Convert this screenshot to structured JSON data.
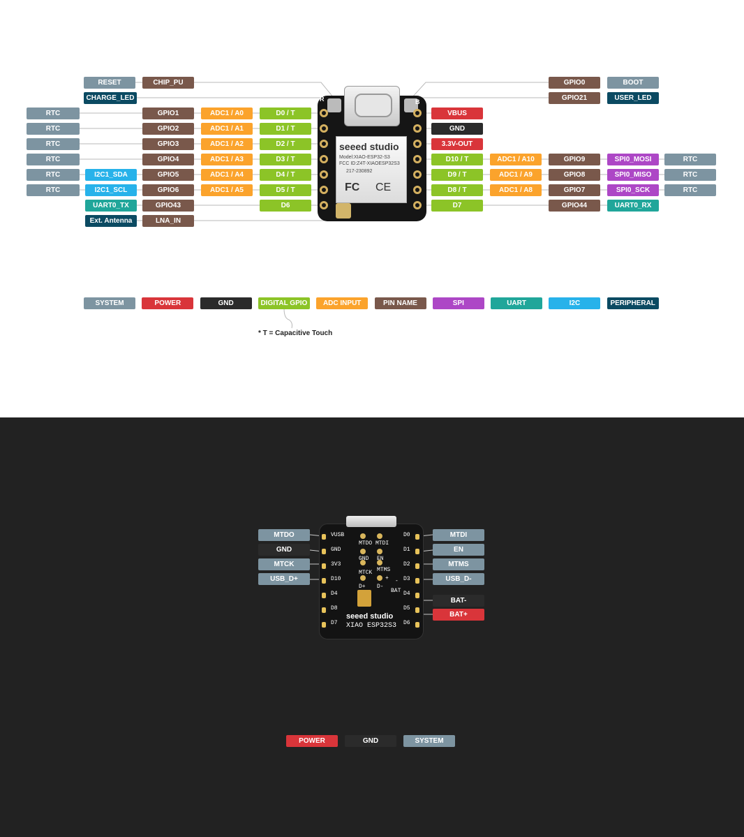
{
  "top_diagram": {
    "board": {
      "brand": "seeed studio",
      "model": "Model:XIAO-ESP32-S3",
      "fcc": "FCC ID:Z4T-XIAOESP32S3",
      "cert": "217-230892",
      "fcc_mark": "FC",
      "ce_mark": "CE",
      "button_left": "R",
      "button_right": "B"
    },
    "top_left": [
      {
        "label": "RESET",
        "color": "gray"
      },
      {
        "label": "CHIP_PU",
        "color": "brown"
      },
      {
        "label": "CHARGE_LED",
        "color": "navy"
      }
    ],
    "top_right": [
      {
        "label": "GPIO0",
        "color": "brown"
      },
      {
        "label": "BOOT",
        "color": "gray"
      },
      {
        "label": "GPIO21",
        "color": "brown"
      },
      {
        "label": "USER_LED",
        "color": "navy"
      }
    ],
    "left_rows": [
      [
        "RTC",
        "GPIO1",
        "ADC1 / A0",
        "D0 / T"
      ],
      [
        "RTC",
        "GPIO2",
        "ADC1 / A1",
        "D1 / T"
      ],
      [
        "RTC",
        "GPIO3",
        "ADC1 / A2",
        "D2 / T"
      ],
      [
        "RTC",
        "GPIO4",
        "ADC1 / A3",
        "D3 / T"
      ],
      [
        "RTC",
        "I2C1_SDA",
        "GPIO5",
        "ADC1 / A4",
        "D4 / T"
      ],
      [
        "RTC",
        "I2C1_SCL",
        "GPIO6",
        "ADC1 / A5",
        "D5 / T"
      ],
      [
        "UART0_TX",
        "GPIO43",
        "D6"
      ],
      [
        "Ext. Antenna",
        "LNA_IN"
      ]
    ],
    "right_rows": [
      [
        "VBUS"
      ],
      [
        "GND"
      ],
      [
        "3.3V-OUT"
      ],
      [
        "D10 / T",
        "ADC1 / A10",
        "GPIO9",
        "SPI0_MOSI",
        "RTC"
      ],
      [
        "D9 / T",
        "ADC1 / A9",
        "GPIO8",
        "SPI0_MISO",
        "RTC"
      ],
      [
        "D8 / T",
        "ADC1 / A8",
        "GPIO7",
        "SPI0_SCK",
        "RTC"
      ],
      [
        "D7",
        "GPIO44",
        "UART0_RX"
      ]
    ],
    "legend": [
      {
        "label": "SYSTEM",
        "color": "gray"
      },
      {
        "label": "POWER",
        "color": "red"
      },
      {
        "label": "GND",
        "color": "black"
      },
      {
        "label": "DIGITAL GPIO",
        "color": "green"
      },
      {
        "label": "ADC INPUT",
        "color": "orange"
      },
      {
        "label": "PIN NAME",
        "color": "brown"
      },
      {
        "label": "SPI",
        "color": "purple"
      },
      {
        "label": "UART",
        "color": "teal"
      },
      {
        "label": "I2C",
        "color": "cyan"
      },
      {
        "label": "PERIPHERAL",
        "color": "navy"
      }
    ],
    "note": "* T = Capacitive Touch"
  },
  "bottom_diagram": {
    "board": {
      "brand": "seeed studio",
      "model": "XIAO ESP32S3",
      "silk_left": [
        "VUSB",
        "GND",
        "3V3",
        "D10",
        "D4",
        "D8",
        "D7"
      ],
      "silk_right": [
        "D0",
        "D1",
        "D2",
        "D3",
        "D4",
        "D5",
        "D6"
      ],
      "pads": [
        "MTDO",
        "MTDI",
        "GND",
        "EN",
        "MTMS",
        "MTCK",
        "D+",
        "D-",
        "BAT",
        "+",
        "-"
      ]
    },
    "left_tags": [
      {
        "label": "MTDO",
        "color": "gray"
      },
      {
        "label": "GND",
        "color": "black"
      },
      {
        "label": "MTCK",
        "color": "gray"
      },
      {
        "label": "USB_D+",
        "color": "gray"
      }
    ],
    "right_tags": [
      {
        "label": "MTDI",
        "color": "gray"
      },
      {
        "label": "EN",
        "color": "gray"
      },
      {
        "label": "MTMS",
        "color": "gray"
      },
      {
        "label": "USB_D-",
        "color": "gray"
      },
      {
        "label": "BAT-",
        "color": "black"
      },
      {
        "label": "BAT+",
        "color": "red"
      }
    ],
    "legend": [
      {
        "label": "POWER",
        "color": "red"
      },
      {
        "label": "GND",
        "color": "black"
      },
      {
        "label": "SYSTEM",
        "color": "gray"
      }
    ]
  }
}
